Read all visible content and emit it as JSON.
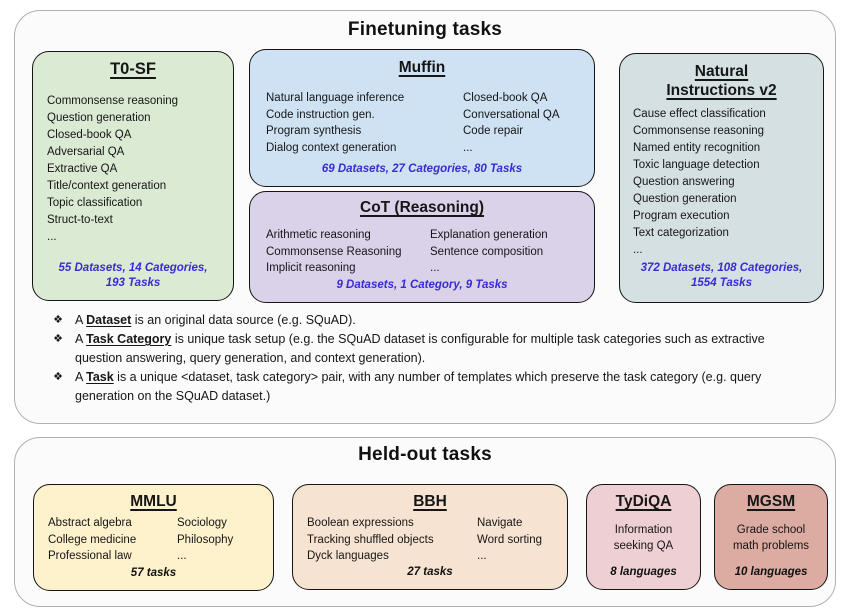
{
  "colors": {
    "stats_blue": "#3a2bd1",
    "panel_bg": "#fbfbfb",
    "panel_border": "#b0b0b0",
    "box_border": "#151515",
    "t0sf": "#dbead3",
    "muffin": "#cfe2f3",
    "cot": "#d9d2e9",
    "niv2": "#d5e0e3",
    "mmlu": "#fdf2cc",
    "bbh": "#f7e3d1",
    "tydiqa": "#eed0d4",
    "mgsm": "#dcaba2"
  },
  "finetuning": {
    "title": "Finetuning tasks",
    "t0sf": {
      "title": "T0-SF",
      "items": [
        "Commonsense reasoning",
        "Question generation",
        "Closed-book QA",
        "Adversarial QA",
        "Extractive QA",
        "Title/context generation",
        "Topic classification",
        "Struct-to-text",
        "..."
      ],
      "stats1": "55 Datasets, 14 Categories,",
      "stats2": "193 Tasks"
    },
    "muffin": {
      "title": "Muffin",
      "col1": [
        "Natural language inference",
        "Code instruction gen.",
        "Program synthesis",
        "Dialog context generation"
      ],
      "col2": [
        "Closed-book QA",
        "Conversational QA",
        "Code repair",
        "..."
      ],
      "stats": "69 Datasets, 27 Categories, 80 Tasks"
    },
    "cot": {
      "title": "CoT (Reasoning)",
      "col1": [
        "Arithmetic reasoning",
        "Commonsense Reasoning",
        "Implicit reasoning"
      ],
      "col2": [
        "Explanation generation",
        "Sentence composition",
        "..."
      ],
      "stats": "9 Datasets, 1 Category, 9 Tasks"
    },
    "niv2": {
      "title1": "Natural",
      "title2": "Instructions v2",
      "items": [
        "Cause effect classification",
        "Commonsense reasoning",
        "Named entity recognition",
        "Toxic language detection",
        "Question answering",
        "Question generation",
        "Program execution",
        "Text categorization",
        "..."
      ],
      "stats1": "372 Datasets, 108 Categories,",
      "stats2": "1554 Tasks"
    },
    "notes": {
      "bullet": "❖",
      "items": [
        {
          "prefix": "A ",
          "term": "Dataset",
          "rest": " is an original data source (e.g. SQuAD)."
        },
        {
          "prefix": "A ",
          "term": "Task Category",
          "rest": " is unique task setup (e.g. the SQuAD dataset is configurable for multiple task categories such as extractive question answering, query generation, and context generation)."
        },
        {
          "prefix": "A ",
          "term": "Task",
          "rest": " is a unique <dataset, task category> pair, with any number of templates which preserve the task category (e.g. query generation on the SQuAD dataset.)"
        }
      ]
    }
  },
  "heldout": {
    "title": "Held-out tasks",
    "mmlu": {
      "title": "MMLU",
      "col1": [
        "Abstract algebra",
        "College medicine",
        "Professional law"
      ],
      "col2": [
        "Sociology",
        "Philosophy",
        "..."
      ],
      "stats": "57 tasks"
    },
    "bbh": {
      "title": "BBH",
      "col1": [
        "Boolean expressions",
        "Tracking shuffled objects",
        "Dyck languages"
      ],
      "col2": [
        "Navigate",
        "Word sorting",
        "..."
      ],
      "stats": "27 tasks"
    },
    "tydiqa": {
      "title": "TyDiQA",
      "desc1": "Information",
      "desc2": "seeking QA",
      "stats": "8 languages"
    },
    "mgsm": {
      "title": "MGSM",
      "desc1": "Grade school",
      "desc2": "math problems",
      "stats": "10 languages"
    }
  }
}
